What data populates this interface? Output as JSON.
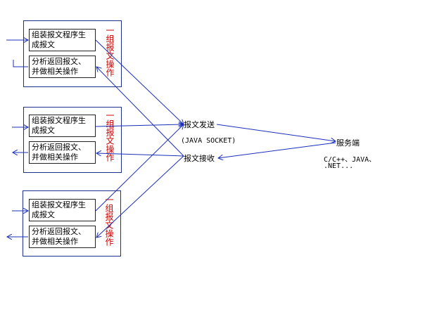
{
  "groups": [
    {
      "build": "组装报文程序生成报文",
      "parse": "分析返回报文、并做相关操作",
      "label": "一组报文操作"
    },
    {
      "build": "组装报文程序生成报文",
      "parse": "分析返回报文、并做相关操作",
      "label": "一组报文操作"
    },
    {
      "build": "组装报文程序生成报文",
      "parse": "分析返回报文、并做相关操作",
      "label": "一组报文操作"
    }
  ],
  "socket": {
    "send": "报文发送",
    "mid": "(JAVA SOCKET)",
    "recv": "报文接收"
  },
  "server": {
    "label": "服务端",
    "langs_line1": "C/C++、JAVA、",
    "langs_line2": ".NET..."
  },
  "colors": {
    "arrow": "#1a2fb8",
    "label": "#cc0000",
    "box": "#1f2f8f"
  }
}
